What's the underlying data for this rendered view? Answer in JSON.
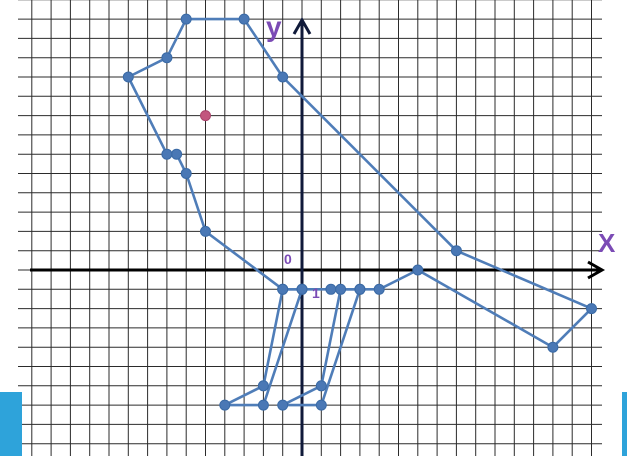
{
  "labels": {
    "y_axis": "y",
    "x_axis": "X",
    "origin": "0",
    "unit": "1"
  },
  "colors": {
    "grid": "#2b2b2b",
    "axis": "#101a3a",
    "outline": "#4f7db8",
    "vertex": "#4a78b5",
    "eye": "#c2567e",
    "axis_label": "#7b4bb5",
    "edge_accent": "#2ea3da"
  },
  "figure": {
    "body_outline": [
      [
        -9,
        10
      ],
      [
        -7,
        11
      ],
      [
        -6,
        13
      ],
      [
        -3,
        13
      ],
      [
        -1,
        10
      ],
      [
        8,
        1
      ],
      [
        15,
        -2
      ],
      [
        13,
        -4
      ],
      [
        6,
        0
      ],
      [
        4,
        -1
      ],
      [
        3,
        -1
      ],
      [
        1.5,
        -1
      ],
      [
        0,
        -1
      ],
      [
        -1,
        -1
      ],
      [
        -5,
        2
      ],
      [
        -6,
        5
      ],
      [
        -6.5,
        6
      ],
      [
        -7,
        6
      ]
    ],
    "front_leg": [
      [
        -1,
        -1
      ],
      [
        -2,
        -6
      ],
      [
        -4,
        -7
      ],
      [
        -2,
        -7
      ],
      [
        0,
        -1
      ]
    ],
    "back_leg": [
      [
        2,
        -1
      ],
      [
        1,
        -6
      ],
      [
        -1,
        -7
      ],
      [
        1,
        -7
      ],
      [
        3,
        -1
      ]
    ],
    "eye": [
      -5,
      8
    ]
  }
}
